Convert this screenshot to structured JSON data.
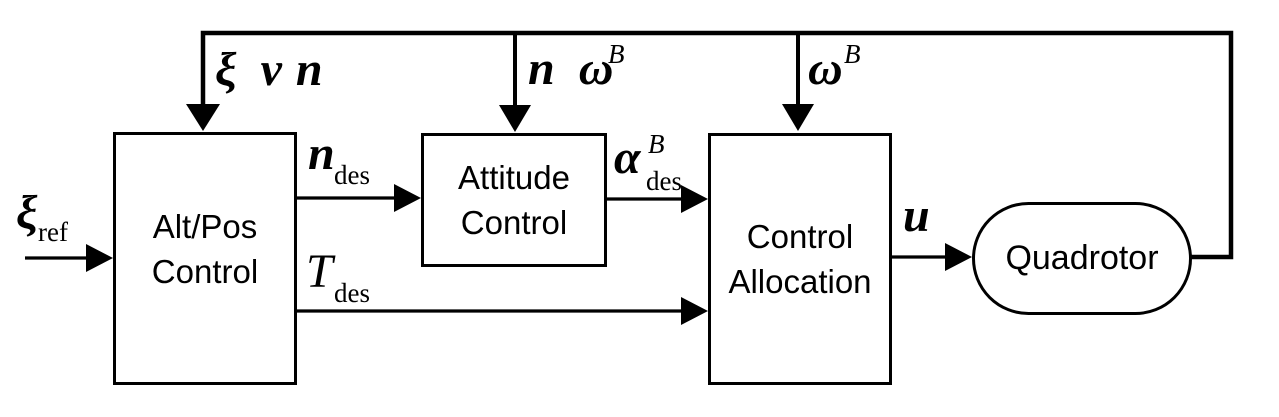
{
  "diagram": {
    "title_semantic": "Quadrotor control loop block diagram",
    "colors": {
      "line": "#000000",
      "background": "#ffffff"
    },
    "blocks": {
      "altpos": {
        "line1": "Alt/Pos",
        "line2": "Control"
      },
      "attitude": {
        "line1": "Attitude",
        "line2": "Control"
      },
      "allocation": {
        "line1": "Control",
        "line2": "Allocation"
      },
      "quadrotor": {
        "label": "Quadrotor"
      }
    },
    "signals": {
      "xi_v_n": {
        "t1": "ξ",
        "t2": "v",
        "t3": "n"
      },
      "n_omega": {
        "t1": "n",
        "t2": "ω",
        "sup": "B"
      },
      "omega": {
        "main": "ω",
        "sup": "B"
      },
      "xi_ref": {
        "main": "ξ",
        "sub": "ref"
      },
      "n_des": {
        "main": "n",
        "sub": "des"
      },
      "T_des": {
        "main": "T",
        "sub": "des"
      },
      "alpha_des": {
        "main": "α",
        "sup": "B",
        "sub": "des"
      },
      "u": {
        "main": "u"
      }
    }
  }
}
